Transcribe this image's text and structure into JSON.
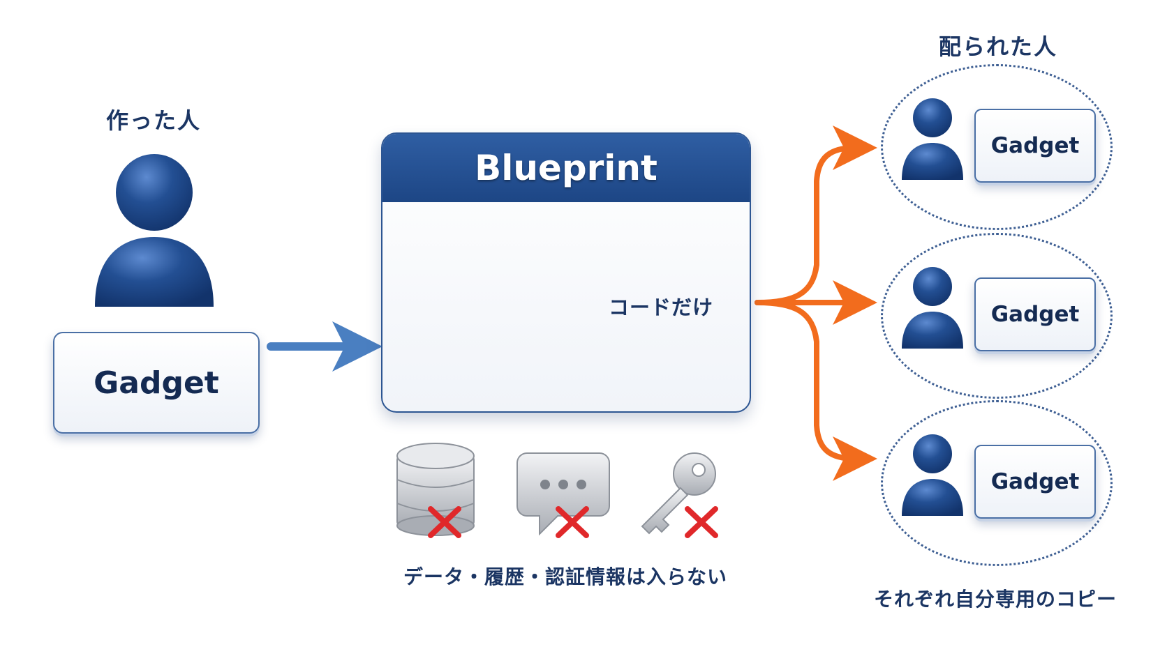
{
  "creator": {
    "title": "作った人",
    "gadget_label": "Gadget"
  },
  "blueprint": {
    "title": "Blueprint",
    "code_label": "コードだけ",
    "exclusion_note": "データ・履歴・認証情報は入らない",
    "excluded_items": [
      "database-icon",
      "chat-bubble-icon",
      "key-icon"
    ]
  },
  "recipients": {
    "title": "配られた人",
    "caption": "それぞれ自分専用のコピー",
    "items": [
      {
        "gadget_label": "Gadget"
      },
      {
        "gadget_label": "Gadget"
      },
      {
        "gadget_label": "Gadget"
      }
    ]
  },
  "colors": {
    "primary_blue": "#1f4a8a",
    "arrow_blue": "#4a7fc1",
    "arrow_orange": "#f26c1d",
    "cross_red": "#e0282a",
    "icon_gray": "#c4c7cc"
  }
}
